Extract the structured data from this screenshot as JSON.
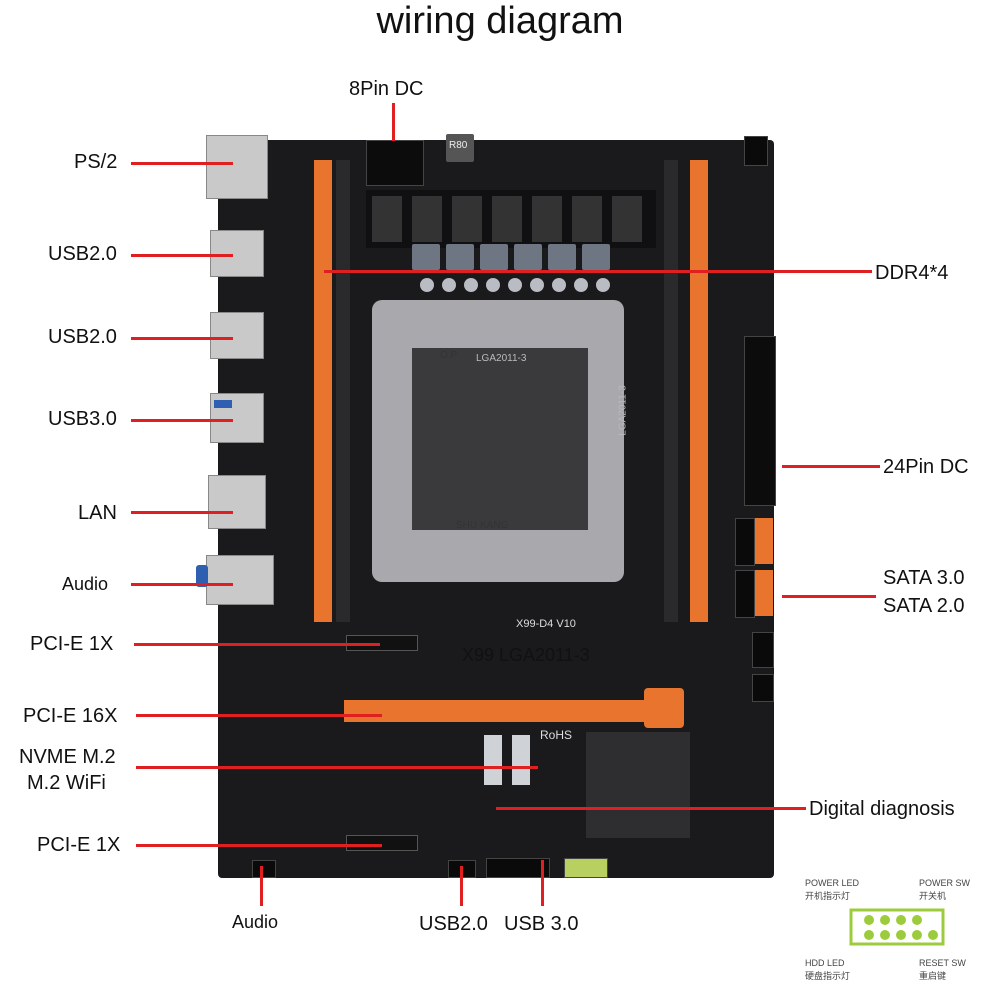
{
  "title": "wiring diagram",
  "labels": {
    "pin8": "8Pin DC",
    "ps2": "PS/2",
    "usb2_a": "USB2.0",
    "usb2_b": "USB2.0",
    "usb3": "USB3.0",
    "lan": "LAN",
    "audio_left": "Audio",
    "pcie1_top": "PCI-E 1X",
    "pcie16": "PCI-E 16X",
    "nvme": "NVME M.2",
    "wifi": "M.2 WiFi",
    "pcie1_bottom": "PCI-E 1X",
    "ddr4": "DDR4*4",
    "pin24": "24Pin DC",
    "sata3": "SATA 3.0",
    "sata2": "SATA 2.0",
    "digital": "Digital diagnosis",
    "audio_bottom": "Audio",
    "usb2_bottom": "USB2.0",
    "usb3_bottom": "USB 3.0"
  },
  "board": {
    "model": "X99 LGA2011-3",
    "silk_model": "X99-D4  V10",
    "socket_text": "LGA2011-3",
    "socket_text2": "LGA2011-3",
    "brand": "SHU KANG",
    "rohs": "RoHS",
    "op": "O.P",
    "inductor": "R80"
  },
  "panel": {
    "power_led": "POWER LED",
    "power_led_cn": "开机指示灯",
    "power_sw": "POWER SW",
    "power_sw_cn": "开关机",
    "hdd_led": "HDD LED",
    "hdd_led_cn": "硬盘指示灯",
    "reset_sw": "RESET SW",
    "reset_sw_cn": "重启键"
  },
  "colors": {
    "line": "#e02020",
    "slot_accent": "#e8742e",
    "pcb": "#1a1a1c",
    "panel_green": "#9ccc3c"
  }
}
